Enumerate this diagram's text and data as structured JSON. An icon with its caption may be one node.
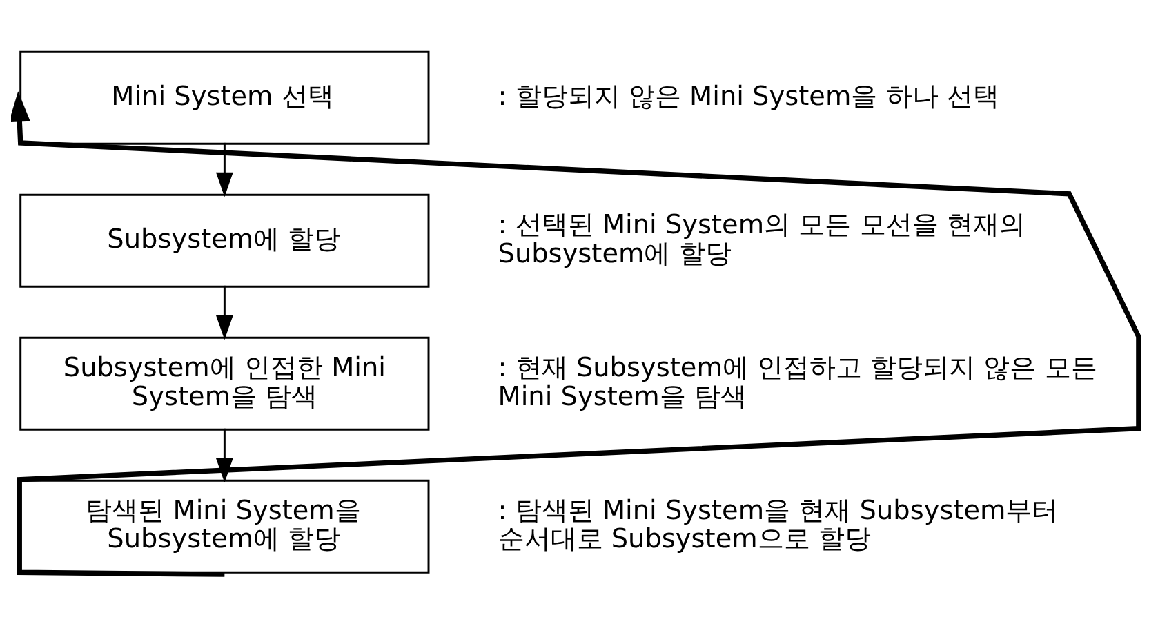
{
  "diagram": {
    "nodes": [
      {
        "text": [
          "Mini System 선택"
        ],
        "beside": [
          ": 할당되지 않은 Mini System을 하나 선택"
        ]
      },
      {
        "text": [
          "Subsystem에 할당"
        ],
        "beside": [
          ": 선택된 Mini System의 모든 모선을 현재의 Subsystem에 할당"
        ]
      },
      {
        "text": [
          "Subsystem에 인접한 Mini System을 탐색"
        ],
        "beside": [
          ": 현재 Subsystem에 인접하고 할당되지 않은 모든 Mini System을 탐색"
        ]
      },
      {
        "text": [
          "탐색된 Mini System을 Subsystem에 할당"
        ],
        "beside": [
          ": 탐색된 Mini System을 현재 Subsystem부터 순서대로 Subsystem으로 할당"
        ]
      }
    ],
    "edges": [
      {
        "from": 0,
        "to": 1,
        "arrow": "to"
      },
      {
        "from": 1,
        "to": 2,
        "arrow": "to"
      },
      {
        "from": 2,
        "to": 3,
        "arrow": "to"
      },
      {
        "from": 3,
        "to": 0,
        "arrow": "to",
        "style": "thick"
      }
    ]
  }
}
